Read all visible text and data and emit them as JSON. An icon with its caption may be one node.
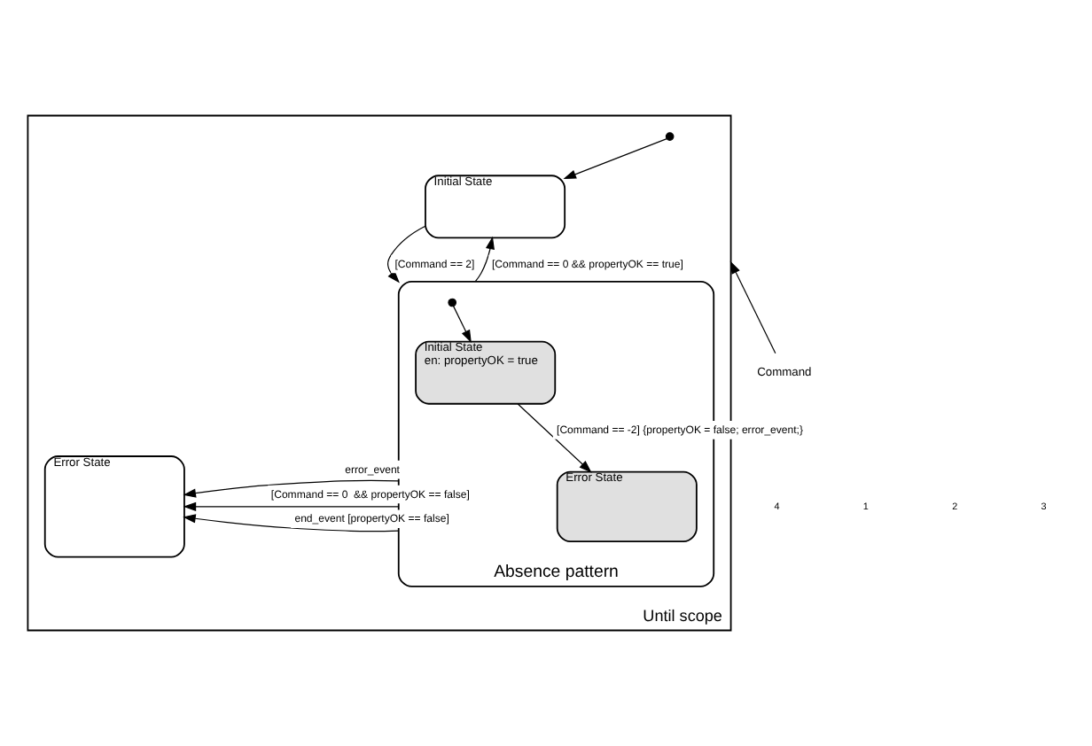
{
  "diagram": {
    "nodes": [
      {
        "text": [
          "Until scope"
        ]
      },
      {
        "text": [],
        "shape": "circle",
        "in": 0
      },
      {
        "text": [
          "Initial State"
        ],
        "in": 0
      },
      {
        "text": [
          "Absence pattern"
        ],
        "in": 0
      },
      {
        "text": [],
        "shape": "circle",
        "in": 3
      },
      {
        "text": [
          "Initial State",
          "en: propertyOK = true"
        ],
        "in": 3
      },
      {
        "text": [
          "Error State"
        ],
        "in": 3
      },
      {
        "text": [
          "Error State"
        ],
        "in": 0
      },
      {
        "text": [
          "Command"
        ]
      }
    ],
    "edges": [
      {
        "from": 1,
        "to": 2,
        "arrow": "to"
      },
      {
        "from": 2,
        "to": 3,
        "arrow": "to",
        "label": "[Command == 2]"
      },
      {
        "from": 3,
        "to": 2,
        "arrow": "to",
        "label": "[Command == 0 && propertyOK == true]"
      },
      {
        "from": 4,
        "to": 5,
        "arrow": "to"
      },
      {
        "from": 5,
        "to": 6,
        "arrow": "to",
        "label": "[Command == -2] {propertyOK = false; error_event;}"
      },
      {
        "from": 3,
        "to": 7,
        "arrow": "to",
        "label": "error_event"
      },
      {
        "from": 3,
        "to": 7,
        "arrow": "to",
        "label": "end_event [propertyOK == false]"
      },
      {
        "from": 3,
        "to": 7,
        "arrow": "to",
        "label": "[Command == 0  && propertyOK == false]"
      },
      {
        "from": 8,
        "to": 0,
        "arrow": "to"
      }
    ],
    "labels": [
      "4",
      "1",
      "2",
      "3"
    ]
  }
}
